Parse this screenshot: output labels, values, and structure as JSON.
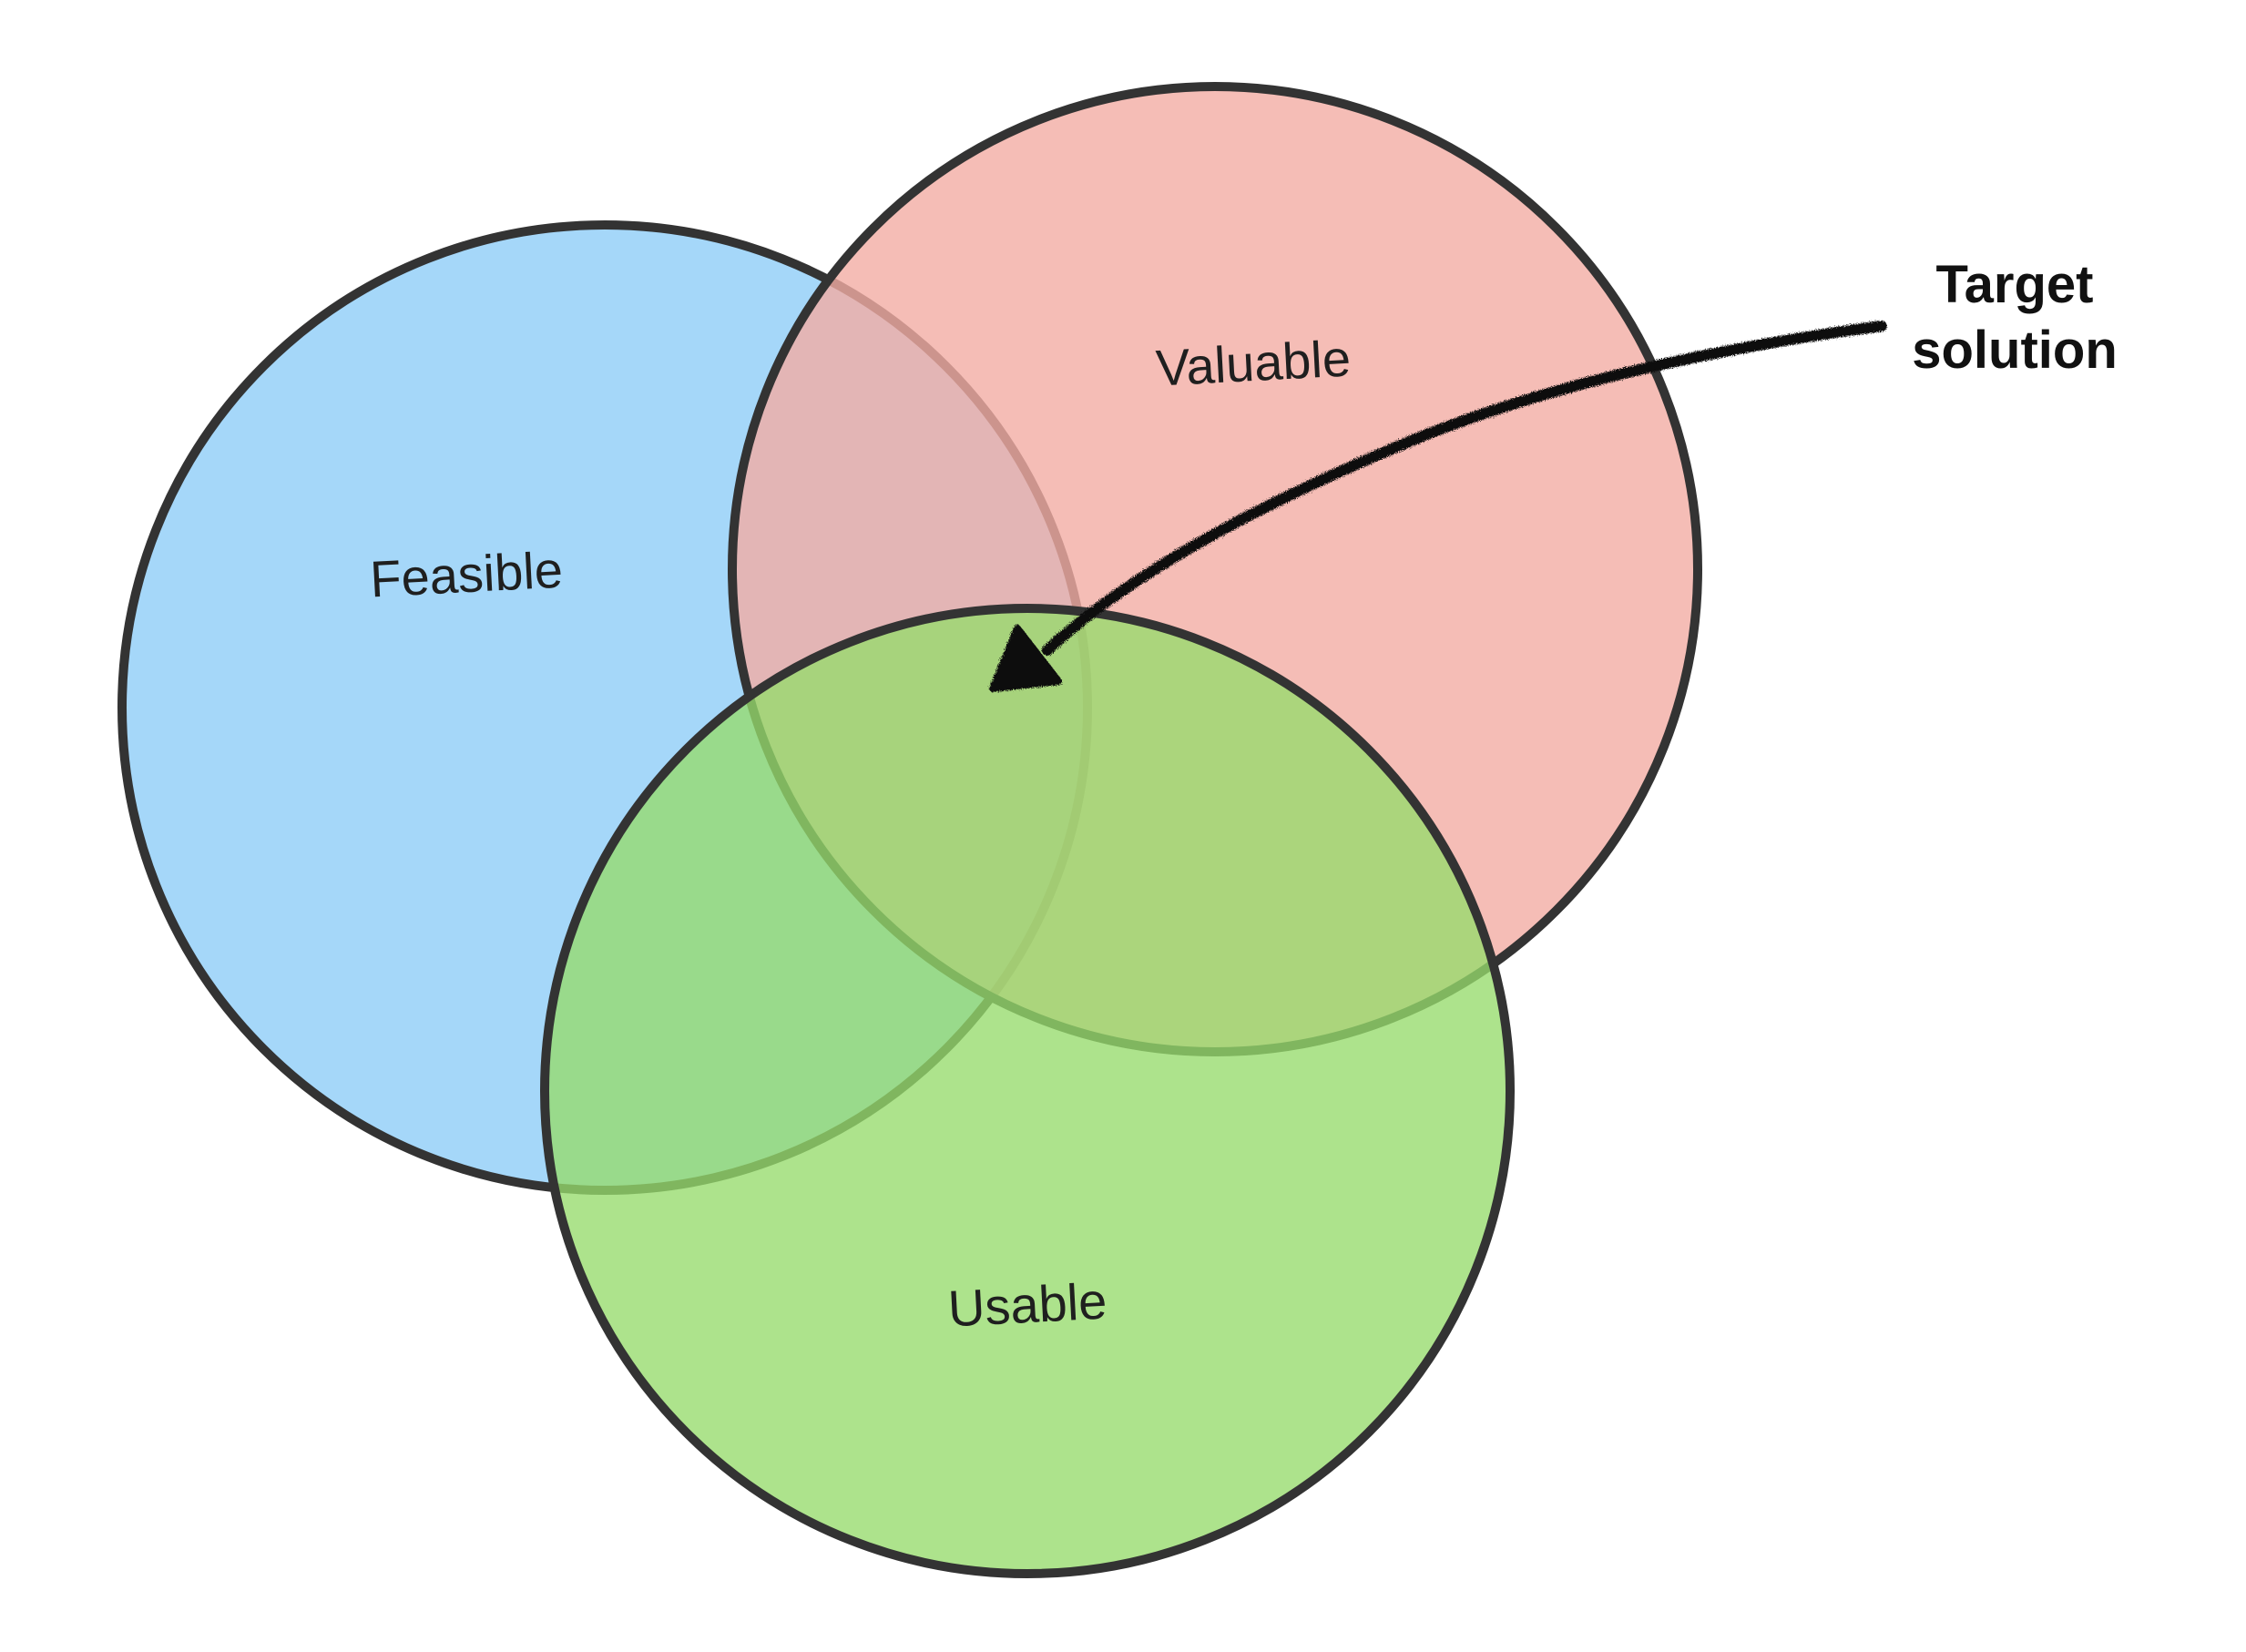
{
  "diagram": {
    "circles": {
      "feasible": {
        "label": "Feasible",
        "color": "#8ecdf7"
      },
      "valuable": {
        "label": "Valuable",
        "color": "#f2aca4"
      },
      "usable": {
        "label": "Usable",
        "color": "#96db6c"
      }
    },
    "outline_color": "#333333",
    "annotation": {
      "line1": "Target",
      "line2": "solution",
      "arrow_color": "#111111"
    }
  }
}
